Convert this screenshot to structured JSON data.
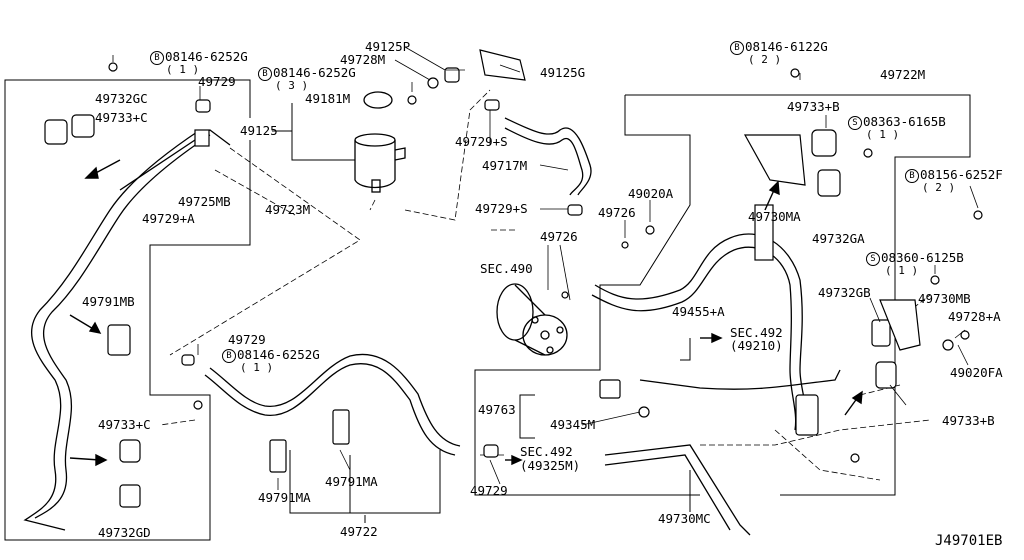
{
  "diagram_id": "J49701EB",
  "labels": {
    "l08146_6252g_top": "08146-6252G",
    "l08146_6252g_top_q": "( 1 )",
    "l49732gc": "49732GC",
    "l49733c_a": "49733+C",
    "l49729_top": "49729",
    "l49725mb": "49725MB",
    "l49729a": "49729+A",
    "l49723m": "49723M",
    "l49791mb": "49791MB",
    "l49733c_b": "49733+C",
    "l49732gd": "49732GD",
    "l49125p": "49125P",
    "l49728m": "49728M",
    "l08146_6252g_mid": "08146-6252G",
    "l08146_6252g_mid_q": "( 3 )",
    "l49181m": "49181M",
    "l49125": "49125",
    "l49125g": "49125G",
    "l49729s_a": "49729+S",
    "l49717m": "49717M",
    "l49729s_b": "49729+S",
    "l49020a": "49020A",
    "l49726_a": "49726",
    "l49726_b": "49726",
    "lsec490": "SEC.490",
    "l49729_mid": "49729",
    "l08146_6252g_low": "08146-6252G",
    "l08146_6252g_low_q": "( 1 )",
    "l49791ma_a": "49791MA",
    "l49791ma_b": "49791MA",
    "l49722": "49722",
    "l49729_low": "49729",
    "lsec492_low": "SEC.492",
    "lsec492_low_r": "(49325M)",
    "l08146_6122g": "08146-6122G",
    "l08146_6122g_q": "( 2 )",
    "l49722m": "49722M",
    "l49733b_a": "49733+B",
    "l08363_6165b": "08363-6165B",
    "l08363_6165b_q": "( 1 )",
    "l49730ma": "49730MA",
    "l49732ga": "49732GA",
    "l08156_6252f": "08156-6252F",
    "l08156_6252f_q": "( 2 )",
    "l08360_6125b": "08360-6125B",
    "l08360_6125b_q": "( 1 )",
    "l49732gb": "49732GB",
    "l49730mb": "49730MB",
    "l49728a": "49728+A",
    "l49020fa": "49020FA",
    "l49455a": "49455+A",
    "lsec492_mid": "SEC.492",
    "lsec492_mid_r": "(49210)",
    "l49763": "49763",
    "l49345m": "49345M",
    "l49733b_b": "49733+B",
    "l49730mc": "49730MC"
  }
}
